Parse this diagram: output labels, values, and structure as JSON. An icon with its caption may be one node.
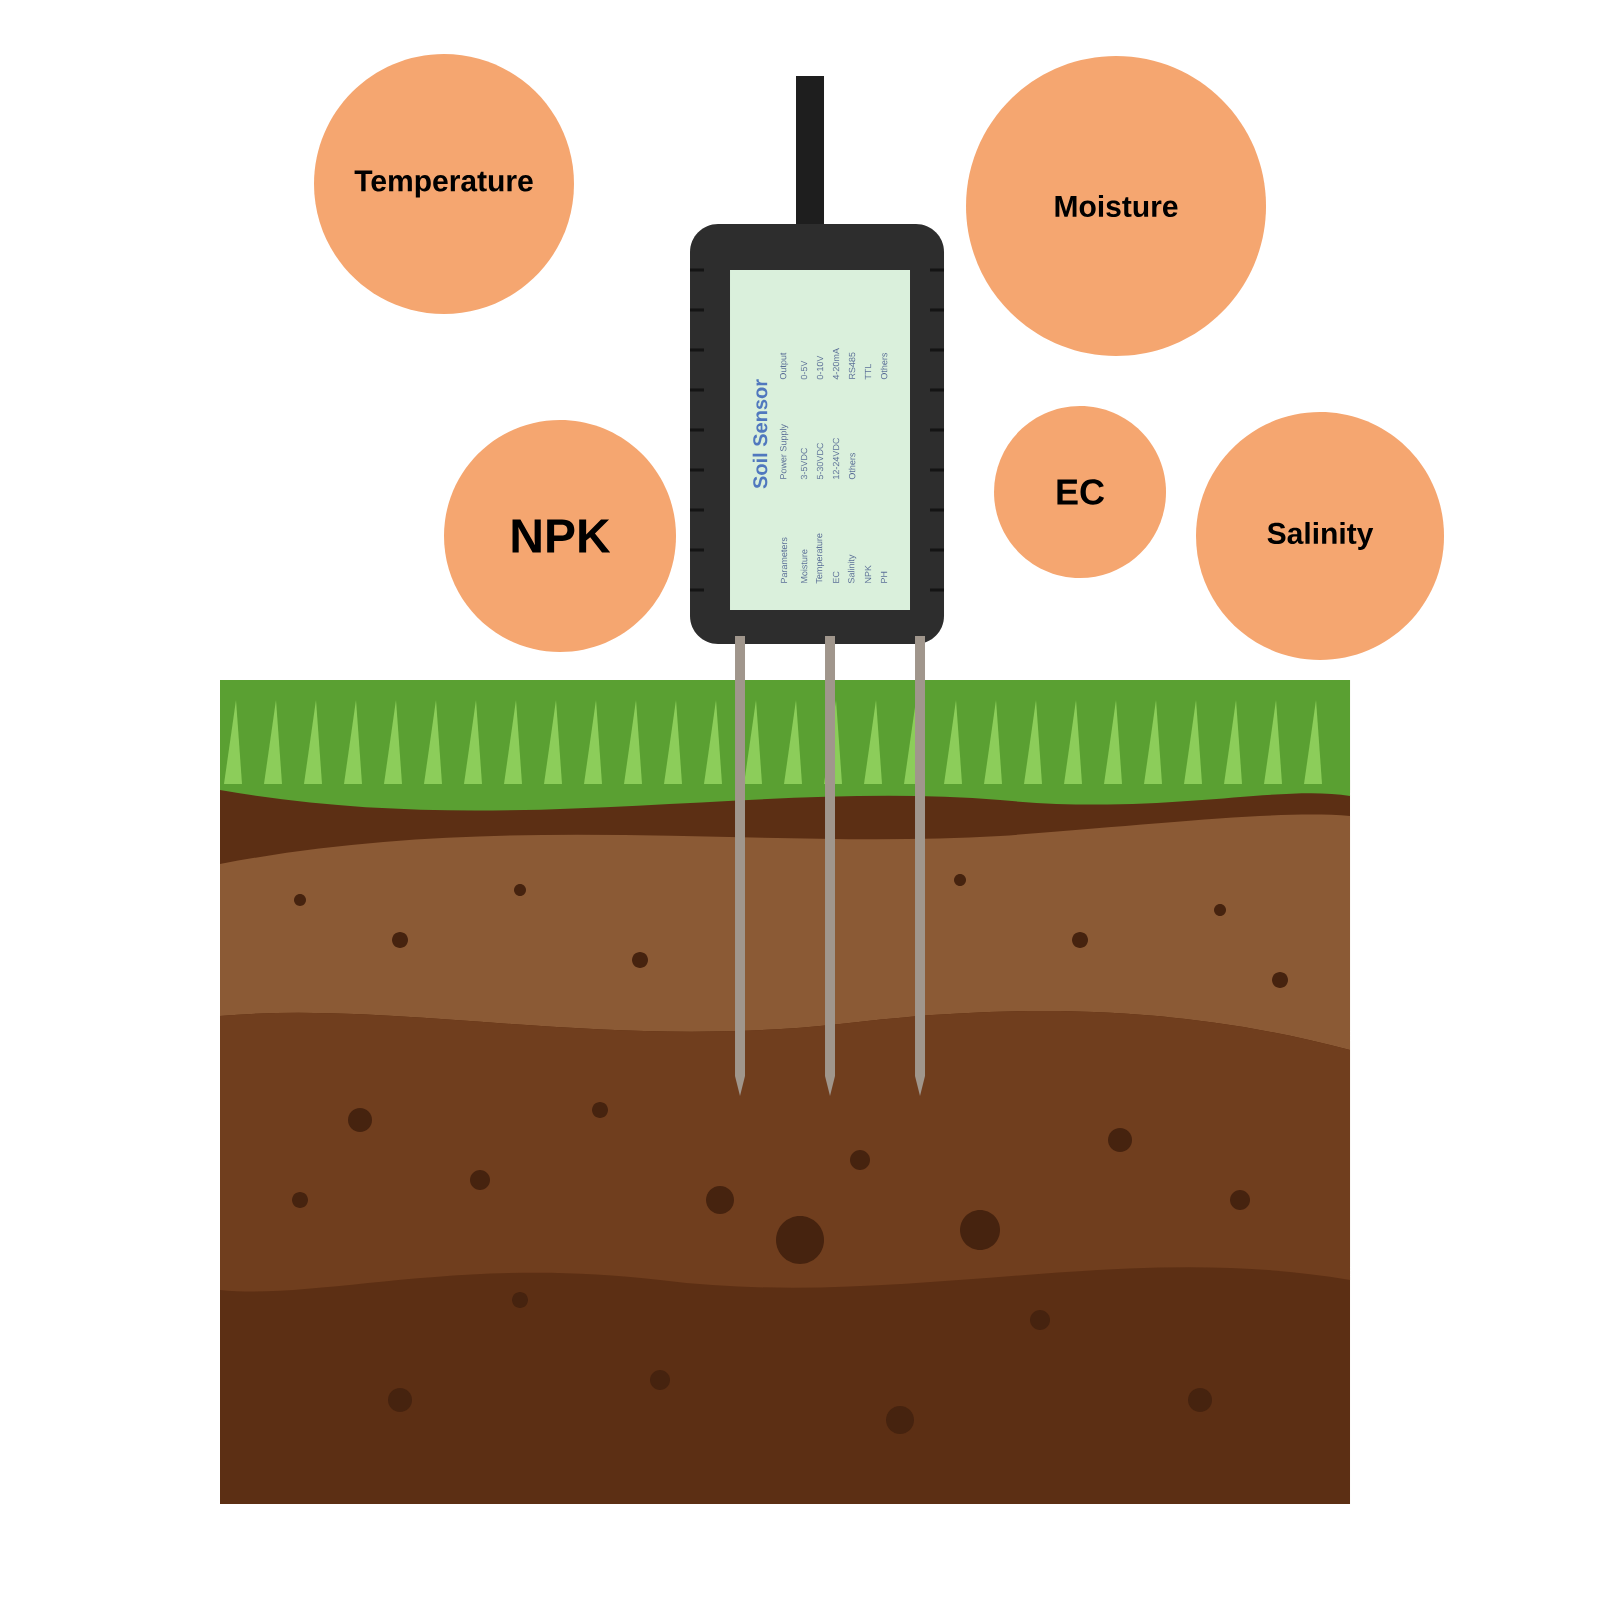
{
  "diagram": {
    "nodes": [
      {
        "text": [
          "Temperature"
        ]
      },
      {
        "text": [
          "Moisture"
        ]
      },
      {
        "text": [
          "NPK"
        ]
      },
      {
        "text": [
          "EC"
        ]
      },
      {
        "text": [
          "Salinity"
        ]
      }
    ],
    "labels": [
      "Soil Sensor",
      "Parameters",
      "Power Supply",
      "Output",
      "Moisture",
      "3-5VDC",
      "0-5V",
      "Temperature",
      "5-30VDC",
      "0-10V",
      "EC",
      "12-24VDC",
      "4-20mA",
      "Salinity",
      "Others",
      "RS485",
      "NPK",
      "TTL",
      "PH",
      "Others"
    ]
  }
}
